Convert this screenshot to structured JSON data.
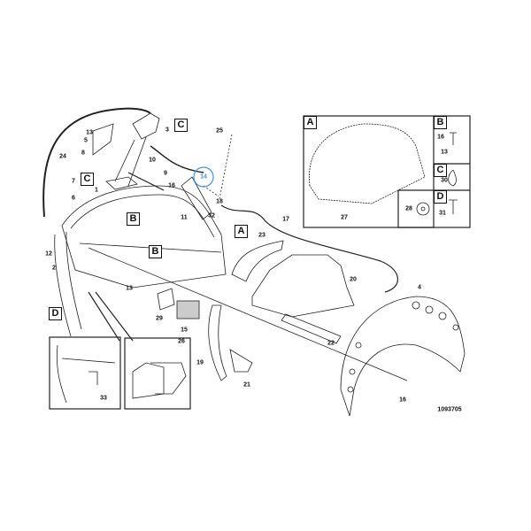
{
  "diagram": {
    "highlight_color": "#4a90d9",
    "line_color": "#222222",
    "callouts": {
      "n24": "24",
      "n13a": "13",
      "n5": "5",
      "n8": "8",
      "n3": "3",
      "n25": "25",
      "n10": "10",
      "n9": "9",
      "n16a": "16",
      "n14": "14",
      "n7": "7",
      "n6": "6",
      "n1": "1",
      "n18": "18",
      "n17": "17",
      "n11": "11",
      "n32": "32",
      "n23": "23",
      "n12": "12",
      "n2": "2",
      "n13b": "13",
      "n20": "20",
      "n4": "4",
      "n29": "29",
      "n15": "15",
      "n26": "26",
      "n19": "19",
      "n21": "21",
      "n22": "22",
      "n33": "33",
      "n16b": "16"
    },
    "view_refs": {
      "c1": "C",
      "c2": "C",
      "b1": "B",
      "b2": "B",
      "a1": "A",
      "d1": "D"
    },
    "inset_detail": {
      "a_label": "A",
      "b_label": "B",
      "c_label": "C",
      "d_label": "D",
      "n16": "16",
      "n13": "13",
      "n30": "30",
      "n28": "28",
      "n31": "31",
      "n27": "27"
    },
    "footer": {
      "drawing_number": "1093705"
    }
  }
}
